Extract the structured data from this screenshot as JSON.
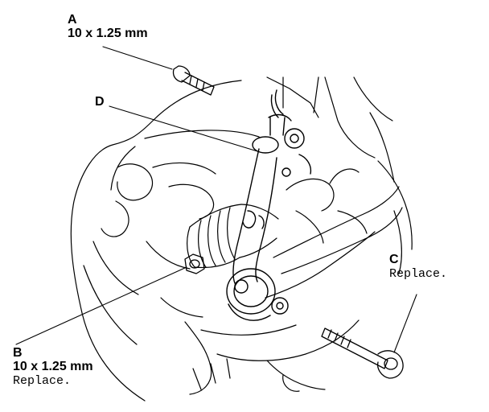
{
  "callouts": {
    "a": {
      "letter": "A",
      "spec": "10 x 1.25 mm"
    },
    "b": {
      "letter": "B",
      "spec": "10 x 1.25 mm",
      "note": "Replace."
    },
    "c": {
      "letter": "C",
      "note": "Replace."
    },
    "d": {
      "letter": "D"
    }
  },
  "colors": {
    "ink": "#000000",
    "paper": "#ffffff"
  }
}
